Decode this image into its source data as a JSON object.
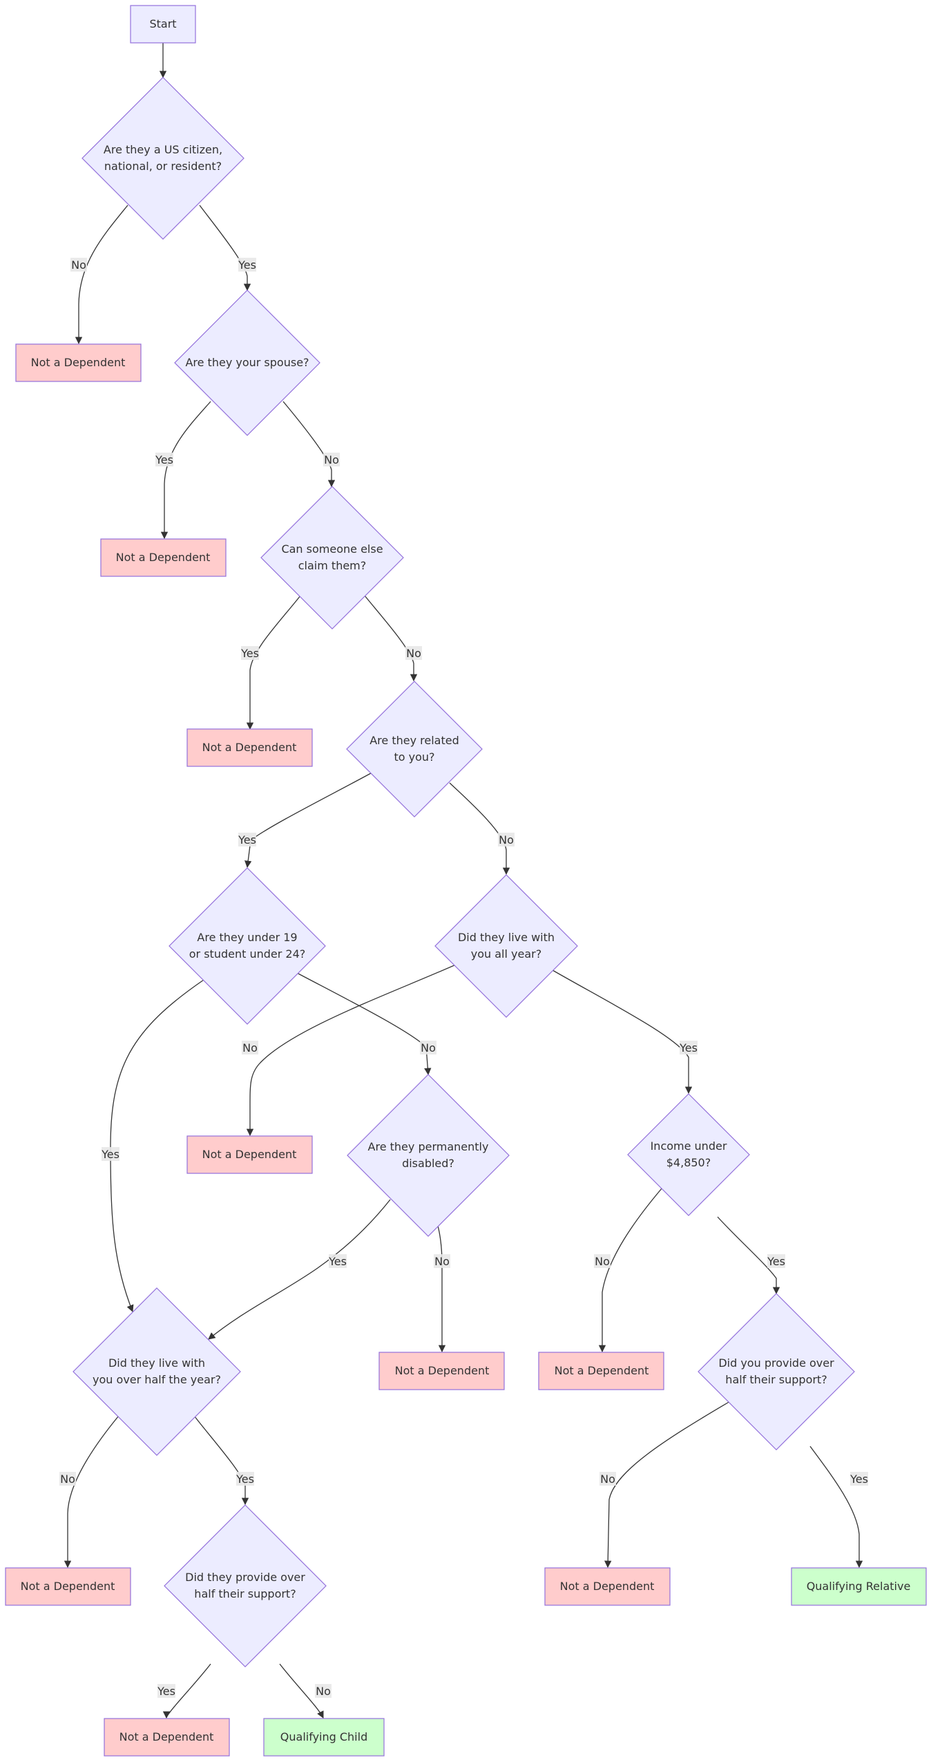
{
  "nodes": {
    "start": "Start",
    "citizen": [
      "Are they a US citizen,",
      "national, or resident?"
    ],
    "spouse": [
      "Are they your spouse?"
    ],
    "someone_else": [
      "Can someone else",
      "claim them?"
    ],
    "related": [
      "Are they related",
      "to you?"
    ],
    "under19": [
      "Are they under 19",
      "or student under 24?"
    ],
    "live_all_year": [
      "Did they live with",
      "you all year?"
    ],
    "disabled": [
      "Are they permanently",
      "disabled?"
    ],
    "income": [
      "Income under",
      "$4,850?"
    ],
    "live_half_year": [
      "Did they live with",
      "you over half the year?"
    ],
    "you_support": [
      "Did you provide over",
      "half their support?"
    ],
    "they_support": [
      "Did they provide over",
      "half their support?"
    ],
    "not_dependent": "Not a Dependent",
    "qualifying_relative": "Qualifying Relative",
    "qualifying_child": "Qualifying Child"
  },
  "edge_labels": {
    "yes": "Yes",
    "no": "No"
  },
  "colors": {
    "decision_fill": "#ECECFF",
    "node_stroke": "#9370DB",
    "negative_fill": "#FFCCCC",
    "positive_fill": "#CCFFCC",
    "edge": "#333333",
    "label_bg": "#e8e8e8"
  }
}
